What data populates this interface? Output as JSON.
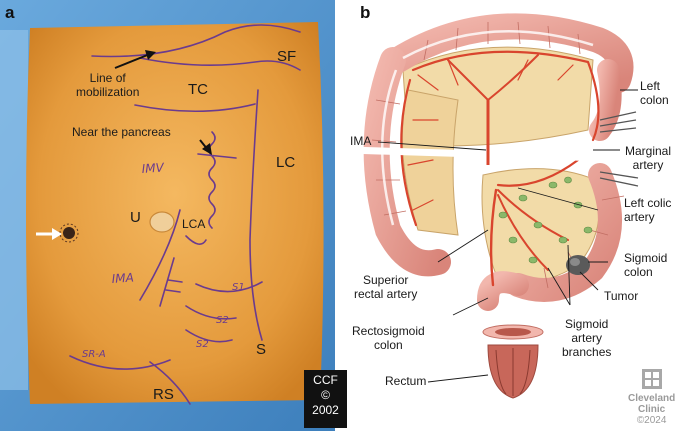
{
  "panel_a": {
    "letter": "a",
    "labels": {
      "line_of_mobilization": "Line of\nmobilization",
      "sf": "SF",
      "tc": "TC",
      "near_pancreas": "Near the pancreas",
      "lc": "LC",
      "u": "U",
      "lca": "LCA",
      "s": "S",
      "rs": "RS"
    },
    "marker_text": {
      "imv": "IMV",
      "ima": "IMA",
      "s1": "S1",
      "s2a": "S2",
      "s2b": "S2",
      "sra": "SR-A"
    },
    "copyright": [
      "CCF",
      "©",
      "2002"
    ]
  },
  "panel_b": {
    "letter": "b",
    "labels": {
      "left_colon": "Left\ncolon",
      "ima": "IMA",
      "marginal_artery": "Marginal\nartery",
      "left_colic_artery": "Left colic\nartery",
      "sigmoid_colon": "Sigmoid\ncolon",
      "tumor": "Tumor",
      "superior_rectal_artery": "Superior\nrectal artery",
      "rectosigmoid_colon": "Rectosigmoid\ncolon",
      "sigmoid_artery_branches": "Sigmoid\nartery\nbranches",
      "rectum": "Rectum"
    },
    "logo": {
      "line1": "Cleveland",
      "line2": "Clinic",
      "line3": "©2024"
    }
  },
  "colors": {
    "skin": "#e8a346",
    "drape": "#4a8fc9",
    "marker": "#6b3b8e",
    "colon": "#e8a39a",
    "mesentery": "#f2dba8",
    "artery": "#d9452e"
  }
}
